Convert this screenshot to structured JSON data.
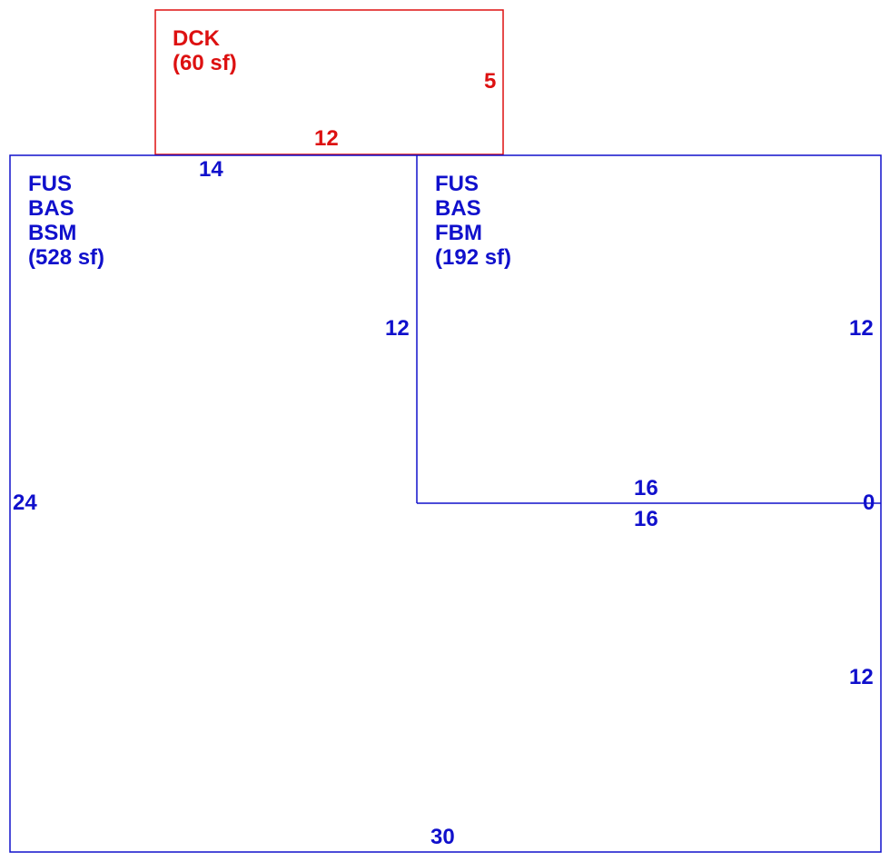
{
  "colors": {
    "living_area": "#1010cc",
    "deck": "#dd1111",
    "background": "#ffffff"
  },
  "areas": {
    "deck": {
      "code": "DCK",
      "area": "(60 sf)",
      "dims": {
        "right": "5",
        "bottom": "12"
      }
    },
    "main": {
      "codes": [
        "FUS",
        "BAS",
        "BSM"
      ],
      "area": "(528 sf)",
      "dims": {
        "top": "14",
        "inner_right": "12",
        "left": "24",
        "bottom": "30"
      }
    },
    "addition": {
      "codes": [
        "FUS",
        "BAS",
        "FBM"
      ],
      "area": "(192 sf)",
      "dims": {
        "right": "12",
        "bottom_above": "16",
        "bottom_below": "16",
        "corner": "0",
        "lower_right": "12"
      }
    }
  }
}
